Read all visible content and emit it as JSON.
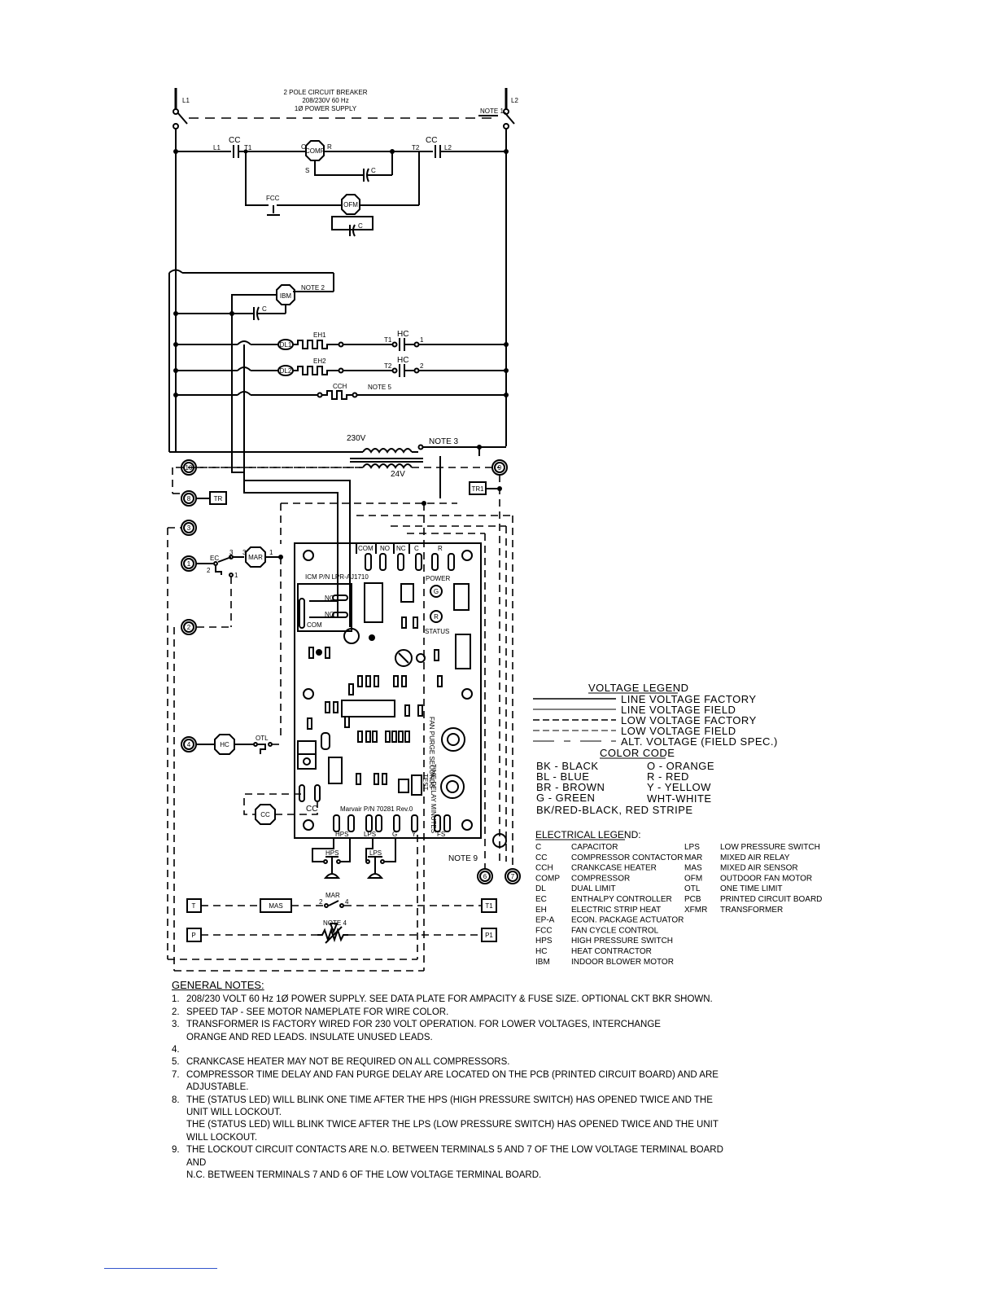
{
  "header": {
    "breaker_lines": [
      "2 POLE CIRCUIT BREAKER",
      "208/230V 60 Hz",
      "1Ø POWER SUPPLY"
    ],
    "l1": "L1",
    "l2": "L2",
    "note1": "NOTE 1"
  },
  "components": {
    "cc": "CC",
    "comp": "COMP",
    "c": "C",
    "r": "R",
    "s": "S",
    "t1": "T1",
    "t2": "T2",
    "l1": "L1",
    "l2": "L2",
    "fcc": "FCC",
    "ofm": "OFM",
    "ibm": "IBM",
    "note2": "NOTE 2",
    "hc": "HC",
    "eh1": "EH1",
    "eh2": "EH2",
    "dl1": "DL1",
    "dl2": "DL2",
    "one": "1",
    "two": "2",
    "cch": "CCH",
    "note5": "NOTE 5",
    "v230": "230V",
    "v24": "24V",
    "note3": "NOTE 3",
    "tr": "TR",
    "tr1": "TR1",
    "ec": "EC",
    "mar": "MAR",
    "otl": "OTL",
    "hps": "HPS",
    "lps": "LPS",
    "mas": "MAS",
    "note4": "NOTE 4",
    "note9": "NOTE 9",
    "t_term": "T",
    "t1_term": "T1",
    "p_term": "P",
    "p1_term": "P1",
    "n3": "3",
    "n2": "2",
    "n4": "4"
  },
  "terminals": [
    "10",
    "9",
    "8",
    "3",
    "1",
    "2",
    "4",
    "6",
    "7"
  ],
  "pcb": {
    "top_labels": [
      "COM",
      "NO",
      "NC",
      "C",
      "R"
    ],
    "bottom_labels": [
      "HPS",
      "LPS",
      "G",
      "Y",
      "FS"
    ],
    "part_number": "ICM P/N LPR-AJ1710",
    "power": "POWER",
    "status": "STATUS",
    "g_led": "G",
    "r_led": "R",
    "relay_labels": [
      "NC",
      "NO",
      "COM"
    ],
    "marvair": "Marvair P/N 70281 Rev.0",
    "cc_label": "CC",
    "test": "TEST",
    "delay_label": "FAN PURGE SECONDS",
    "timer_label": "TIME DELAY MINUTES"
  },
  "voltage_legend": {
    "title": "VOLTAGE LEGEND",
    "items": [
      "LINE VOLTAGE FACTORY",
      "LINE VOLTAGE FIELD",
      "LOW VOLTAGE FACTORY",
      "LOW VOLTAGE FIELD",
      "ALT. VOLTAGE (FIELD SPEC.)"
    ]
  },
  "color_code": {
    "title": "COLOR CODE",
    "left": [
      "BK - BLACK",
      "BL - BLUE",
      "BR - BROWN",
      "G - GREEN"
    ],
    "right": [
      "O - ORANGE",
      "R - RED",
      "Y - YELLOW",
      "WHT-WHITE"
    ],
    "extra": "BK/RED-BLACK, RED STRIPE"
  },
  "electrical_legend": {
    "title": "ELECTRICAL LEGEND:",
    "left": [
      [
        "C",
        "CAPACITOR"
      ],
      [
        "CC",
        "COMPRESSOR CONTACTOR"
      ],
      [
        "CCH",
        "CRANKCASE HEATER"
      ],
      [
        "COMP",
        "COMPRESSOR"
      ],
      [
        "DL",
        "DUAL LIMIT"
      ],
      [
        "EC",
        "ENTHALPY CONTROLLER"
      ],
      [
        "EH",
        "ELECTRIC STRIP HEAT"
      ],
      [
        "EP-A",
        "ECON. PACKAGE ACTUATOR"
      ],
      [
        "FCC",
        "FAN CYCLE CONTROL"
      ],
      [
        "HPS",
        "HIGH PRESSURE SWITCH"
      ],
      [
        "HC",
        "HEAT CONTRACTOR"
      ],
      [
        "IBM",
        "INDOOR BLOWER MOTOR"
      ]
    ],
    "right": [
      [
        "LPS",
        "LOW PRESSURE SWITCH"
      ],
      [
        "MAR",
        "MIXED AIR RELAY"
      ],
      [
        "MAS",
        "MIXED AIR SENSOR"
      ],
      [
        "OFM",
        "OUTDOOR FAN MOTOR"
      ],
      [
        "OTL",
        "ONE TIME LIMIT"
      ],
      [
        "PCB",
        "PRINTED CIRCUIT BOARD"
      ],
      [
        "XFMR",
        "TRANSFORMER"
      ]
    ]
  },
  "general_notes": {
    "title": "GENERAL NOTES:",
    "items": [
      {
        "num": "1.",
        "text": "208/230 VOLT 60 Hz 1Ø POWER SUPPLY. SEE DATA PLATE FOR AMPACITY & FUSE SIZE. OPTIONAL CKT BKR SHOWN."
      },
      {
        "num": "2.",
        "text": "SPEED TAP - SEE MOTOR NAMEPLATE FOR WIRE COLOR."
      },
      {
        "num": "3.",
        "text": "TRANSFORMER IS FACTORY WIRED FOR 230 VOLT OPERATION. FOR LOWER VOLTAGES, INTERCHANGE\nORANGE AND RED LEADS. INSULATE UNUSED LEADS."
      },
      {
        "num": "4.",
        "text": ""
      },
      {
        "num": "5.",
        "text": "CRANKCASE HEATER MAY NOT BE REQUIRED ON ALL COMPRESSORS."
      },
      {
        "num": "7.",
        "text": "COMPRESSOR TIME DELAY AND FAN PURGE DELAY ARE LOCATED ON THE PCB (PRINTED CIRCUIT BOARD) AND ARE ADJUSTABLE."
      },
      {
        "num": "8.",
        "text": "THE (STATUS LED) WILL BLINK ONE TIME AFTER THE HPS (HIGH PRESSURE SWITCH) HAS OPENED TWICE AND THE UNIT WILL LOCKOUT.\nTHE (STATUS LED) WILL BLINK TWICE AFTER THE LPS (LOW PRESSURE SWITCH) HAS OPENED TWICE AND THE UNIT WILL LOCKOUT."
      },
      {
        "num": "9.",
        "text": "THE LOCKOUT CIRCUIT CONTACTS ARE N.O. BETWEEN TERMINALS 5 AND 7 OF THE LOW VOLTAGE TERMINAL BOARD AND\nN.C. BETWEEN TERMINALS 7 AND 6 OF THE LOW VOLTAGE TERMINAL BOARD."
      }
    ]
  }
}
